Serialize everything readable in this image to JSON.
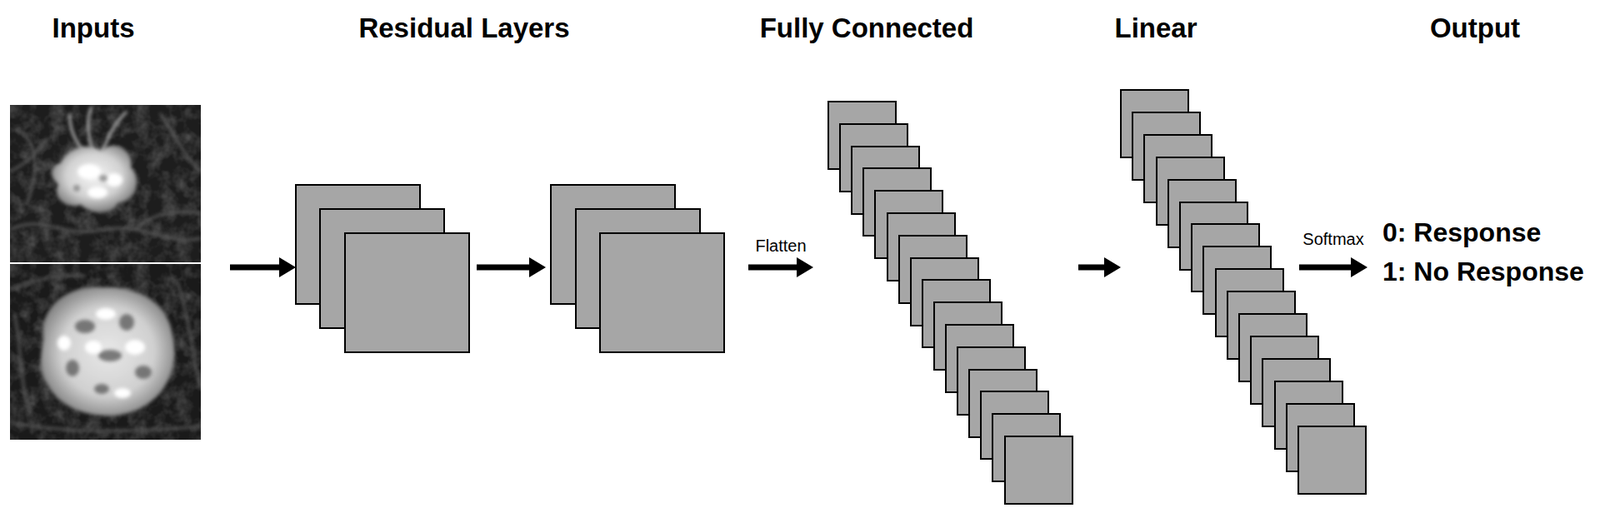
{
  "diagram": {
    "nodes": [
      {
        "text": [
          "Inputs"
        ]
      },
      {
        "text": [
          "Residual Layers"
        ]
      },
      {
        "text": [
          "Fully Connected"
        ]
      },
      {
        "text": [
          "Linear"
        ]
      }
    ],
    "edges": [
      {
        "from": 0,
        "to": 1,
        "arrow": "to"
      },
      {
        "from": 1,
        "to": 2,
        "label": "Flatten",
        "arrow": "to"
      },
      {
        "from": 2,
        "to": 3,
        "arrow": "to"
      }
    ],
    "labels": [
      "Softmax",
      "Output",
      "0: Response",
      "1: No Response"
    ]
  }
}
